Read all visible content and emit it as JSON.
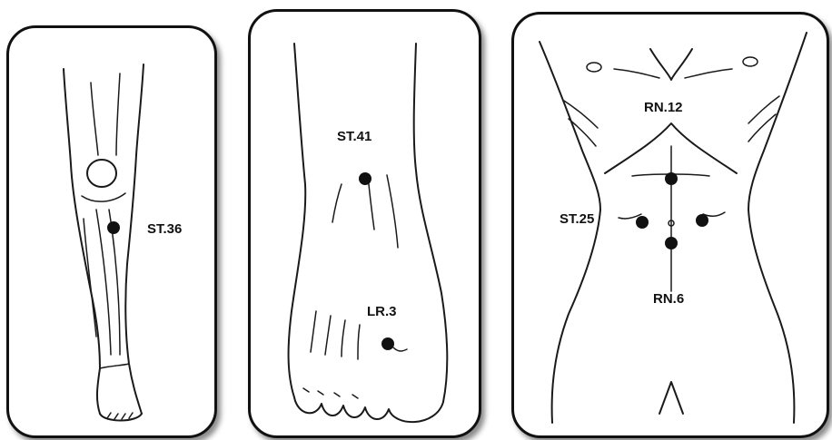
{
  "panels": [
    {
      "name": "leg",
      "points": [
        {
          "label": "ST.36"
        }
      ]
    },
    {
      "name": "foot",
      "points": [
        {
          "label": "ST.41"
        },
        {
          "label": "LR.3"
        }
      ]
    },
    {
      "name": "abdomen",
      "points": [
        {
          "label": "RN.12"
        },
        {
          "label": "ST.25"
        },
        {
          "label": "RN.6"
        }
      ]
    }
  ]
}
